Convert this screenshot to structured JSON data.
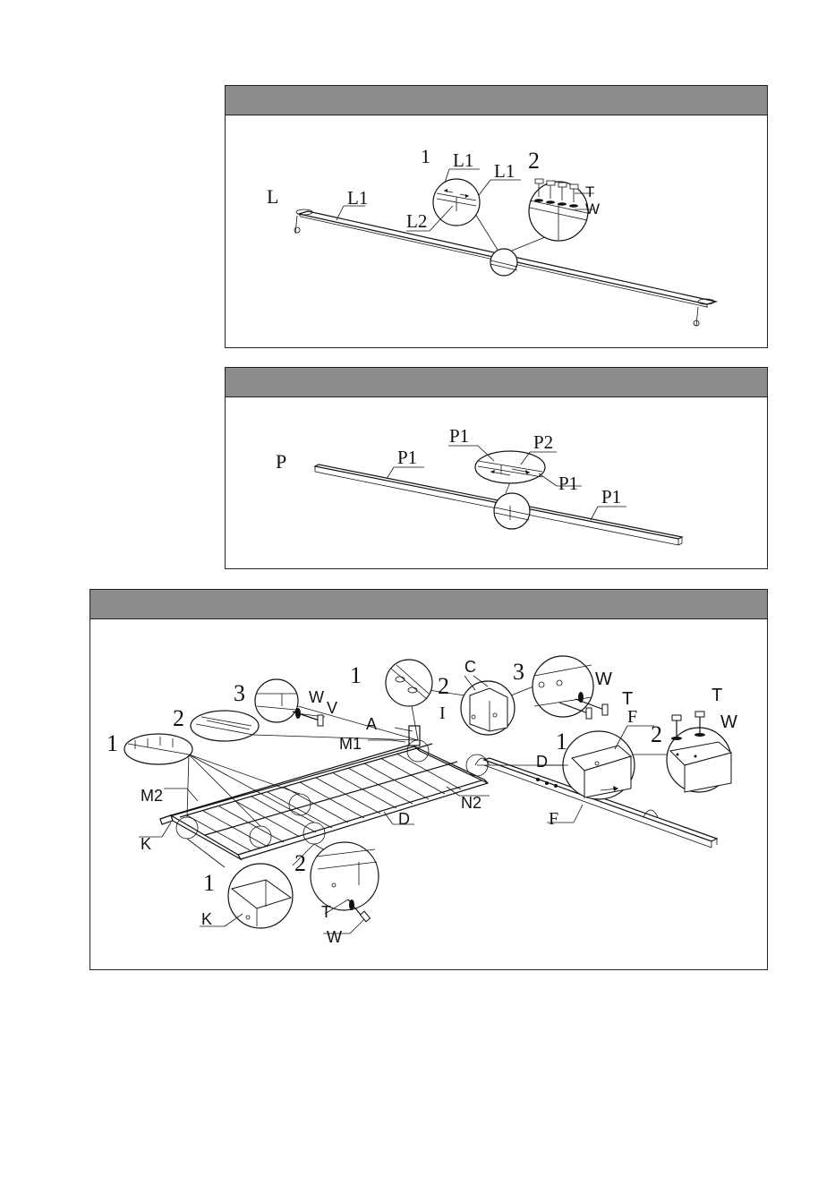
{
  "panel_L": {
    "part": "L",
    "labels": [
      "L1",
      "L1",
      "L1",
      "L2",
      "T",
      "W"
    ],
    "steps": [
      "1",
      "2"
    ]
  },
  "panel_P": {
    "part": "P",
    "labels": [
      "P1",
      "P1",
      "P2",
      "P1",
      "P1"
    ]
  },
  "panel_assembly": {
    "labels": {
      "A": "A",
      "M1": "M1",
      "M2": "M2",
      "K_left": "K",
      "K_detail": "K",
      "D_rail": "D",
      "D_detail": "D",
      "N2": "N2",
      "F_rail": "F",
      "F_detail": "F",
      "C": "C",
      "I": "I",
      "W_v": "W",
      "V": "V",
      "W_c": "W",
      "T_c": "T",
      "T_f": "T",
      "W_f": "W",
      "T_k": "T",
      "W_k": "W"
    },
    "steps": {
      "slat_1": "1",
      "slat_2": "2",
      "slat_3": "3",
      "joint_1": "1",
      "joint_2": "2",
      "joint_3": "3",
      "foot_1": "1",
      "foot_2": "2",
      "rail_1": "1",
      "rail_2": "2"
    }
  }
}
